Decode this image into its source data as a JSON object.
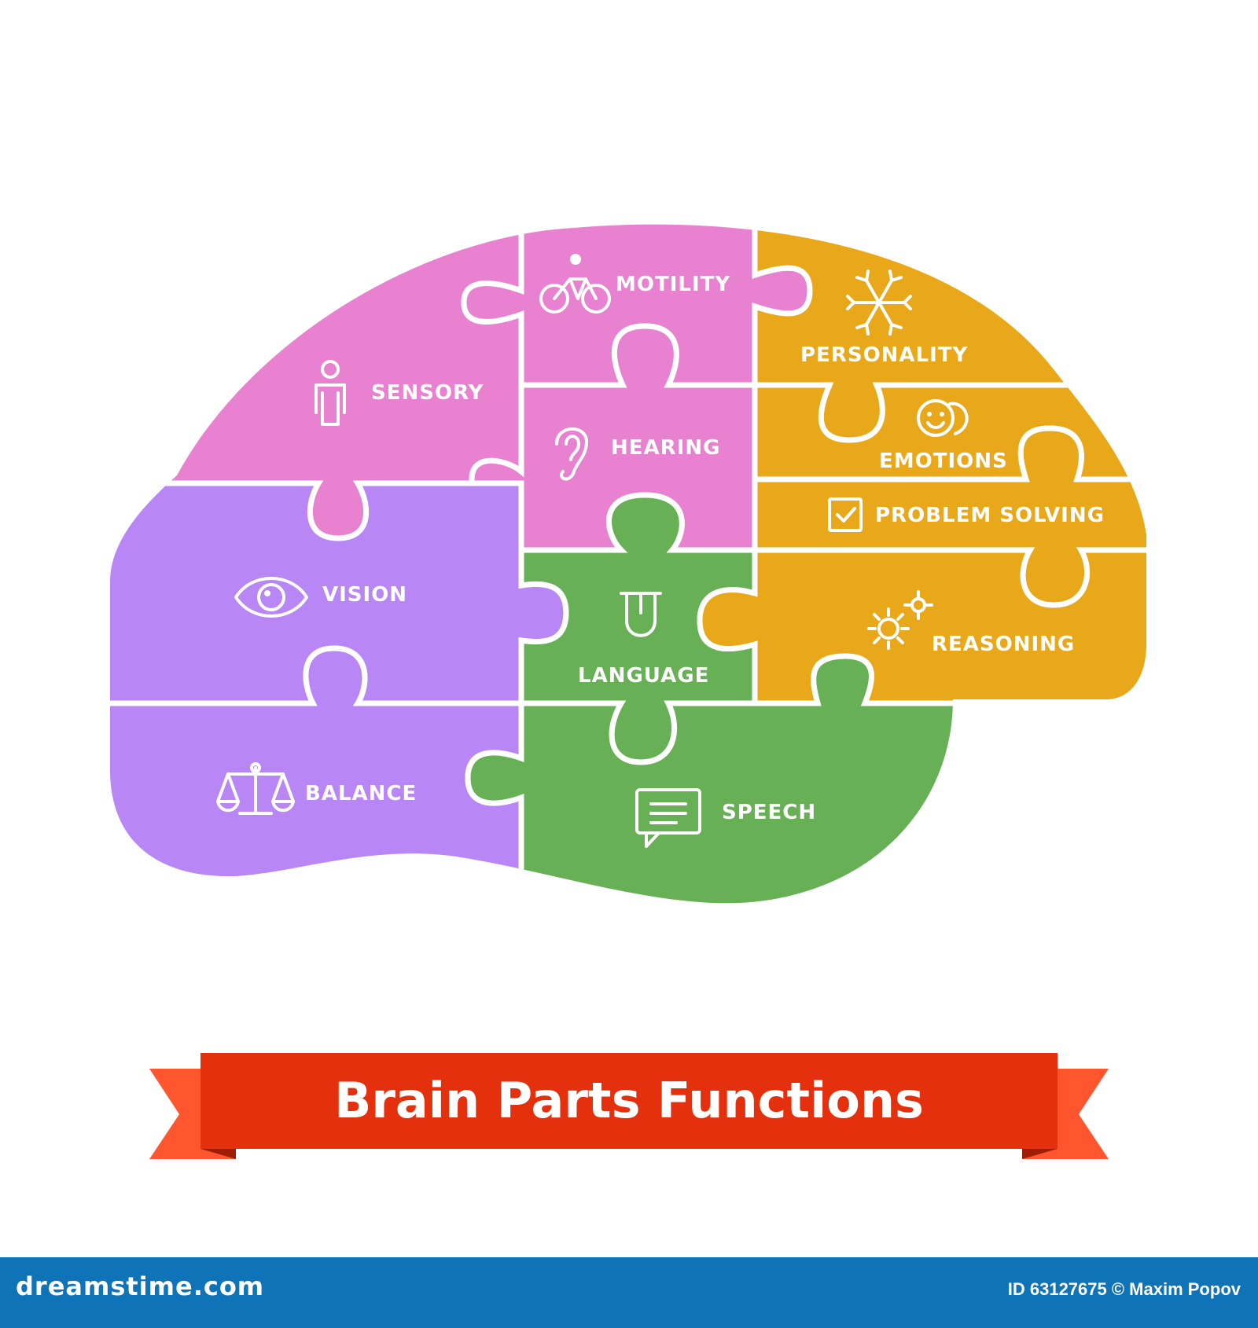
{
  "diagram": {
    "pieces": [
      {
        "id": "sensory",
        "label": "SENSORY",
        "icon": "person-icon",
        "color": "#e882d0"
      },
      {
        "id": "motility",
        "label": "MOTILITY",
        "icon": "bicycle-icon",
        "color": "#e882d0"
      },
      {
        "id": "hearing",
        "label": "HEARING",
        "icon": "ear-icon",
        "color": "#e882d0"
      },
      {
        "id": "personality",
        "label": "PERSONALITY",
        "icon": "snowflake-icon",
        "color": "#e8a81a"
      },
      {
        "id": "emotions",
        "label": "EMOTIONS",
        "icon": "smiley-faces-icon",
        "color": "#e8a81a"
      },
      {
        "id": "problem_solving",
        "label": "PROBLEM SOLVING",
        "icon": "checkbox-icon",
        "color": "#e8a81a"
      },
      {
        "id": "reasoning",
        "label": "REASONING",
        "icon": "gears-icon",
        "color": "#e8a81a"
      },
      {
        "id": "vision",
        "label": "VISION",
        "icon": "eye-icon",
        "color": "#b986f5"
      },
      {
        "id": "balance",
        "label": "BALANCE",
        "icon": "scales-icon",
        "color": "#b986f5"
      },
      {
        "id": "language",
        "label": "LANGUAGE",
        "icon": "tongue-icon",
        "color": "#67b055"
      },
      {
        "id": "speech",
        "label": "SPEECH",
        "icon": "speech-bubble-icon",
        "color": "#67b055"
      }
    ]
  },
  "banner": {
    "title": "Brain Parts Functions",
    "color": "#e5300d"
  },
  "footer": {
    "site": "dreamstime.com",
    "credit": "ID 63127675 © Maxim Popov",
    "color": "#0e73b7"
  }
}
